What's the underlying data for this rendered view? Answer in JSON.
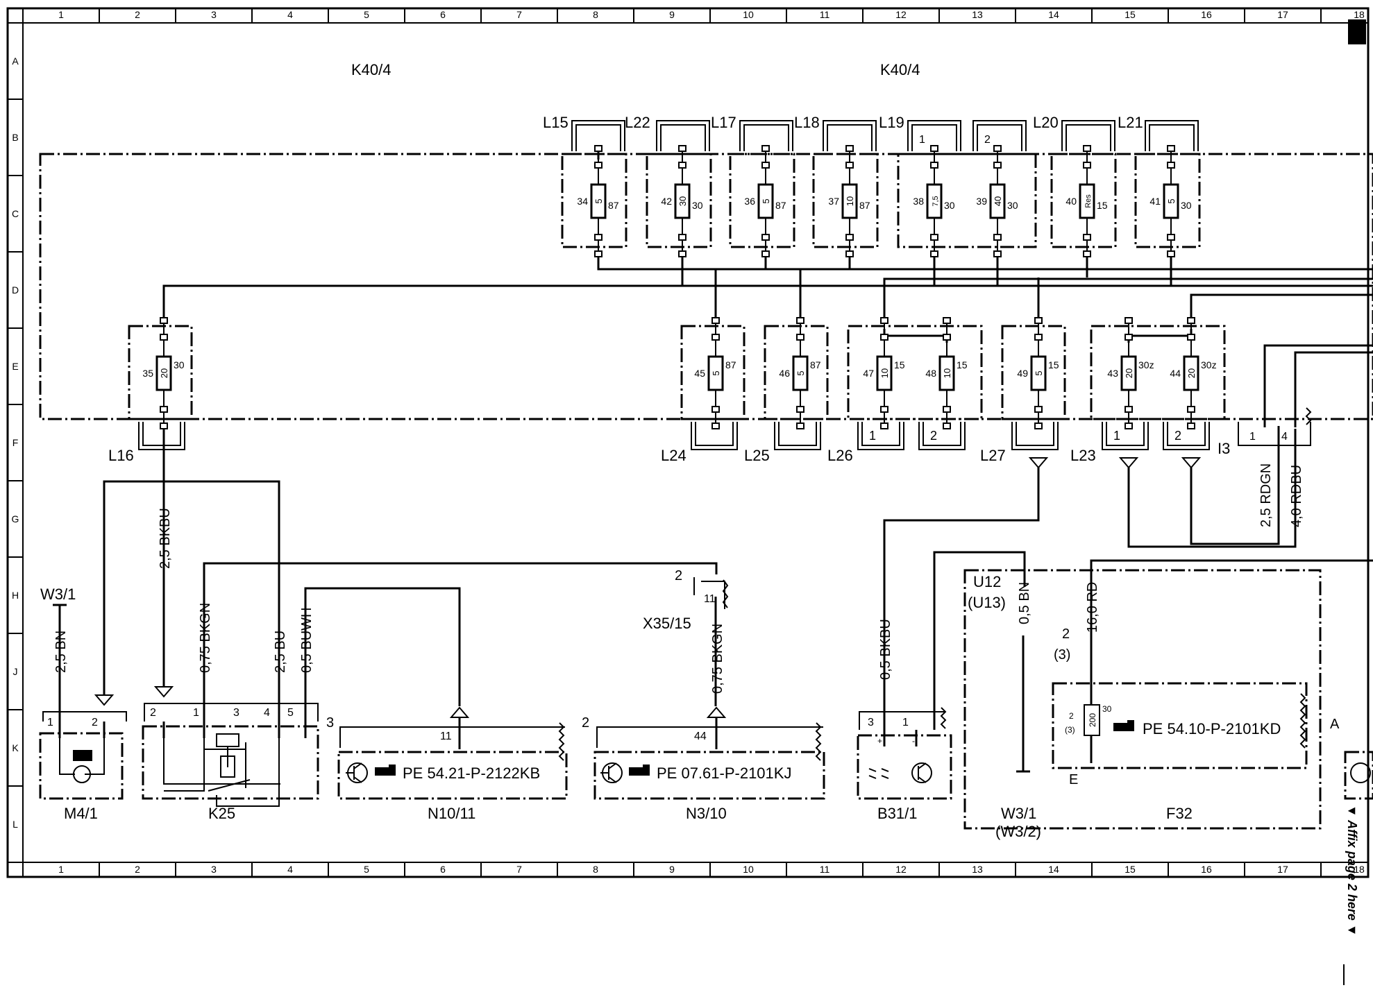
{
  "grid": {
    "columns": [
      "1",
      "2",
      "3",
      "4",
      "5",
      "6",
      "7",
      "8",
      "9",
      "10",
      "11",
      "12",
      "13",
      "14",
      "15",
      "16",
      "17",
      "18"
    ],
    "rows": [
      "A",
      "B",
      "C",
      "D",
      "E",
      "F",
      "G",
      "H",
      "J",
      "K",
      "L"
    ]
  },
  "relay_modules": [
    {
      "label": "K40/4"
    },
    {
      "label": "K40/4"
    }
  ],
  "fuses": [
    {
      "num": "34",
      "rating": "5",
      "term": "87"
    },
    {
      "num": "42",
      "rating": "30",
      "term": "30"
    },
    {
      "num": "36",
      "rating": "5",
      "term": "87"
    },
    {
      "num": "37",
      "rating": "10",
      "term": "87"
    },
    {
      "num": "38",
      "rating": "7,5",
      "term": "30"
    },
    {
      "num": "39",
      "rating": "40",
      "term": "30"
    },
    {
      "num": "40",
      "rating": "Res",
      "term": "15"
    },
    {
      "num": "41",
      "rating": "5",
      "term": "30"
    },
    {
      "num": "35",
      "rating": "20",
      "term": "30"
    },
    {
      "num": "45",
      "rating": "5",
      "term": "87"
    },
    {
      "num": "46",
      "rating": "5",
      "term": "87"
    },
    {
      "num": "47",
      "rating": "10",
      "term": "15"
    },
    {
      "num": "48",
      "rating": "10",
      "term": "15"
    },
    {
      "num": "49",
      "rating": "5",
      "term": "15"
    },
    {
      "num": "43",
      "rating": "20",
      "term": "30z"
    },
    {
      "num": "44",
      "rating": "20",
      "term": "30z"
    }
  ],
  "connectors": {
    "L15": "L15",
    "L22": "L22",
    "L17": "L17",
    "L18": "L18",
    "L19": "L19",
    "L20": "L20",
    "L21": "L21",
    "L16": "L16",
    "L24": "L24",
    "L25": "L25",
    "L26": "L26",
    "L27": "L27",
    "L23": "L23",
    "I3": "I3",
    "X35_15": "X35/15"
  },
  "pins": {
    "l19_1": "1",
    "l19_2": "2",
    "l26_1": "1",
    "l26_2": "2",
    "l23_1": "1",
    "l23_2": "2",
    "i3_1": "1",
    "i3_4": "4",
    "x35_2": "2",
    "x35_11": "11",
    "m41_1": "1",
    "m41_2": "2",
    "k25_2": "2",
    "k25_1": "1",
    "k25_3": "3",
    "k25_4": "4",
    "k25_5": "5",
    "n1011_3": "3",
    "n1011_11": "11",
    "n310_2": "2",
    "n310_44": "44",
    "b311_3": "3",
    "b311_1": "1",
    "b311_plus": "+",
    "b311_minus": "-",
    "f32_2": "2",
    "f32_3": "(3)",
    "f32_in2": "2",
    "f32_in3": "(3)",
    "f32_30": "30",
    "f32_rating": "200",
    "f32_E": "E",
    "edge_A": "A"
  },
  "wires": {
    "w1": "2,5 BKBU",
    "w2": "2,5 BN",
    "w3": "0,75 BKGN",
    "w4": "2,5 BU",
    "w5": "0,5 BUWH",
    "w6": "0,75 BKGN",
    "w7": "0,5 BKBU",
    "w8": "0,5 BN",
    "w9": "16,0 RD",
    "w10": "2,5 RDGN",
    "w11": "4,0 RDBU"
  },
  "components": {
    "m41": "M4/1",
    "k25": "K25",
    "n1011": "N10/11",
    "n310": "N3/10",
    "b311": "B31/1",
    "f32": "F32",
    "w31": "W3/1",
    "w31b": "W3/1",
    "w32": "(W3/2)",
    "u12": "U12",
    "u13": "(U13)"
  },
  "references": {
    "n1011": "PE 54.21-P-2122KB",
    "n310": "PE 07.61-P-2101KJ",
    "f32": "PE 54.10-P-2101KD"
  },
  "margin_note": "▼ Affix page 2 here ▼"
}
